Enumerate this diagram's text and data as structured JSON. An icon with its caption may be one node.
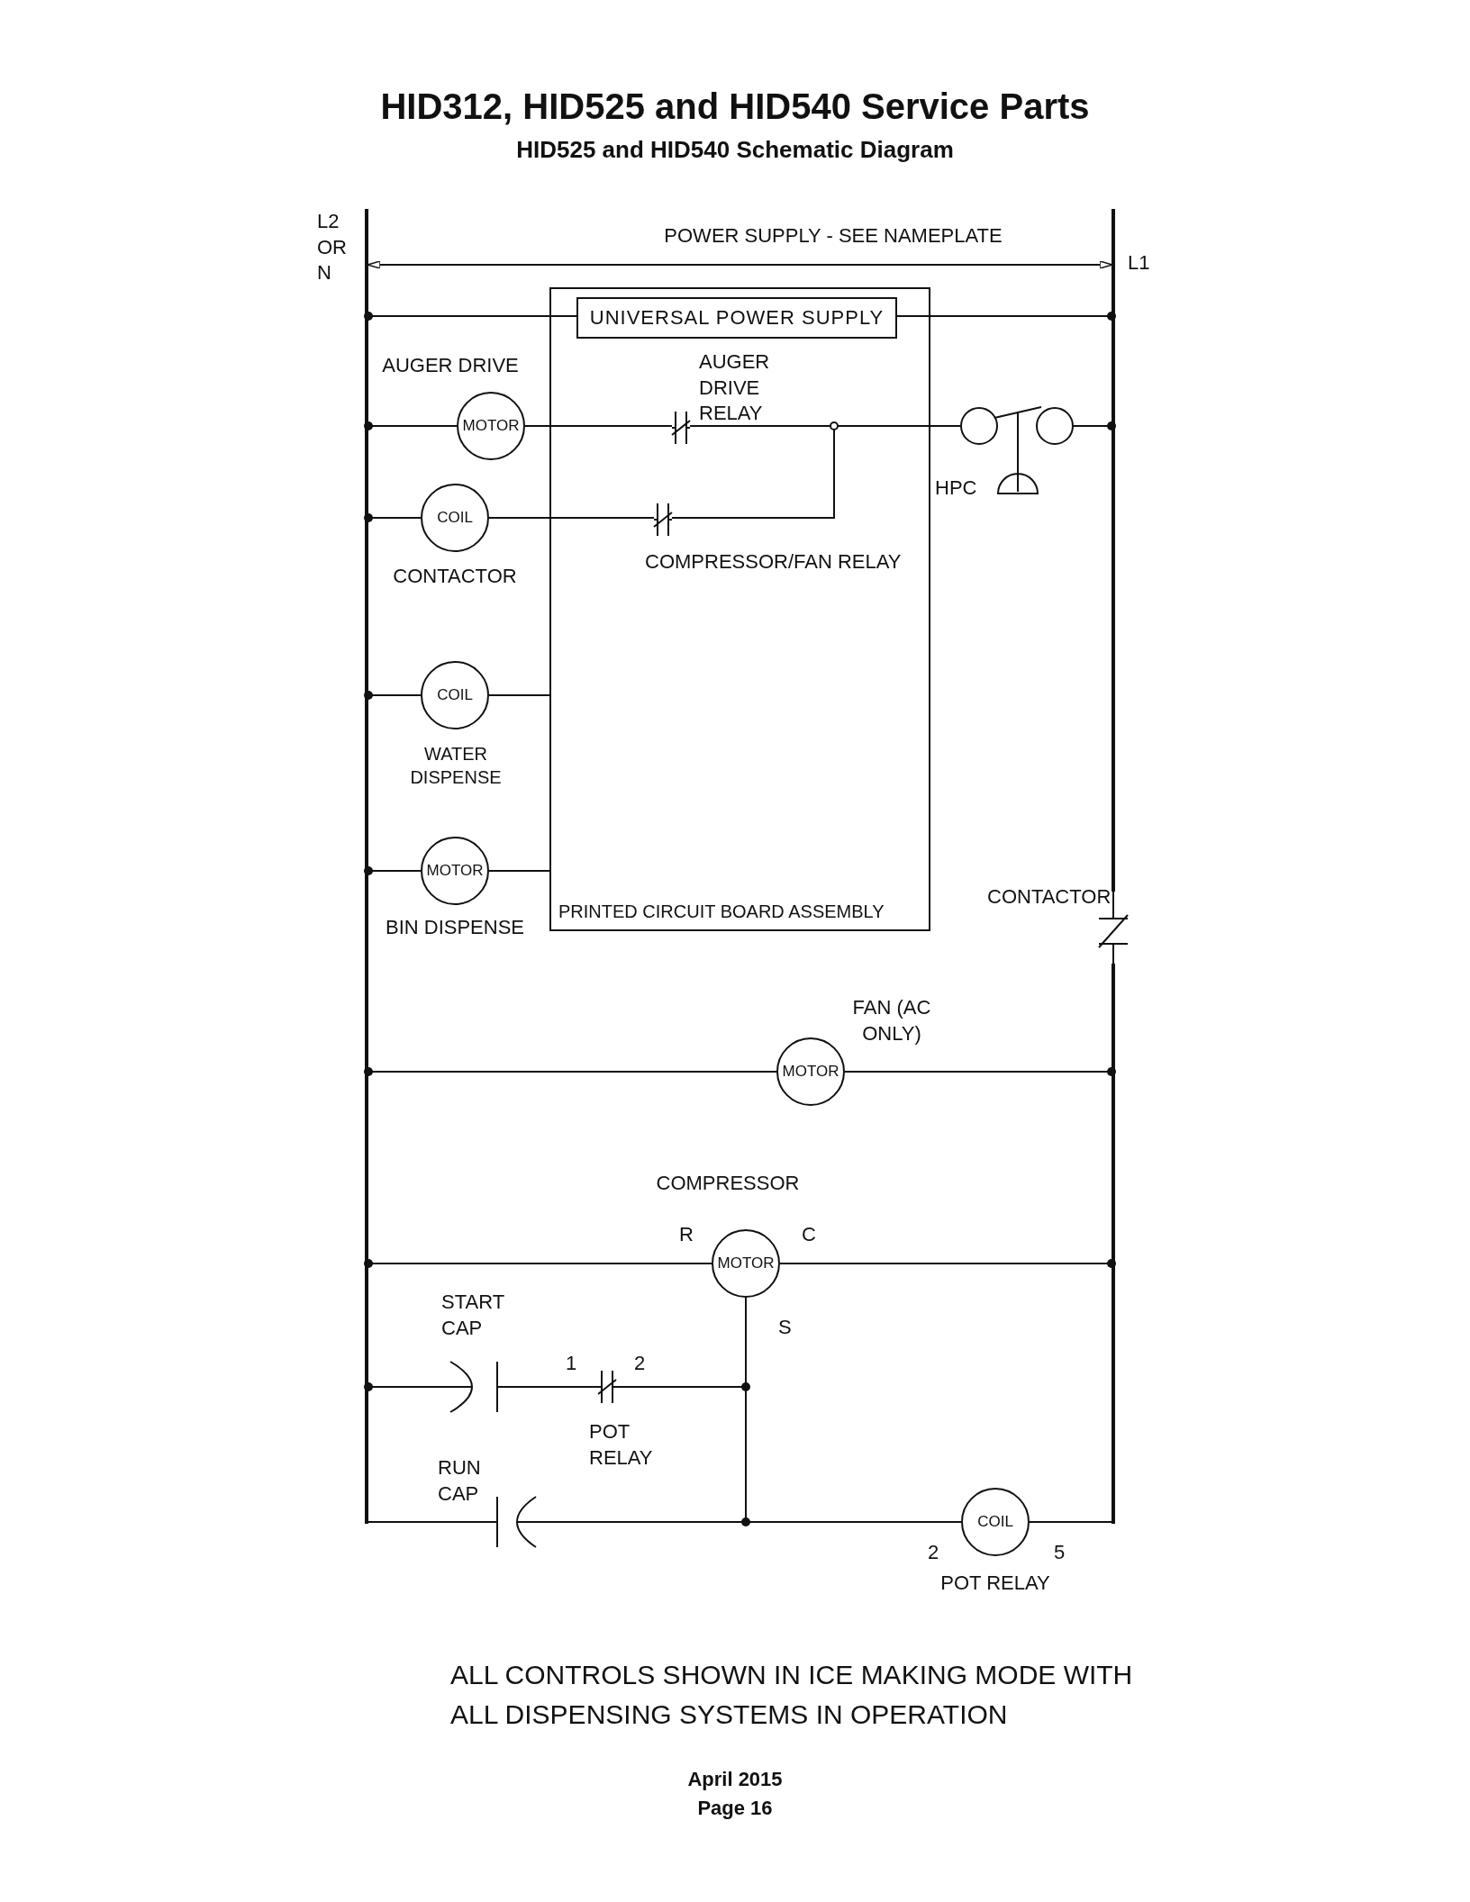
{
  "diagram": {
    "title": "HID312, HID525 and HID540 Service Parts",
    "nodes": [
      {
        "text": [
          "PRINTED CIRCUIT BOARD ASSEMBLY"
        ]
      },
      {
        "text": [
          "UNIVERSAL POWER SUPPLY"
        ],
        "in": 0
      },
      {
        "text": [
          "MOTOR"
        ],
        "beside": [
          "AUGER DRIVE"
        ]
      },
      {
        "text": [
          "COIL"
        ],
        "beside": [
          "CONTACTOR"
        ]
      },
      {
        "text": [
          "COIL"
        ],
        "beside": [
          "WATER DISPENSE"
        ]
      },
      {
        "text": [
          "MOTOR"
        ],
        "beside": [
          "BIN DISPENSE"
        ]
      },
      {
        "text": [
          "MOTOR"
        ],
        "beside": [
          "FAN (AC ONLY)"
        ]
      },
      {
        "text": [
          "MOTOR"
        ],
        "beside": [
          "COMPRESSOR"
        ]
      },
      {
        "text": [
          "COIL"
        ],
        "beside": [
          "POT RELAY"
        ]
      },
      {
        "text": [],
        "shape": "bar",
        "beside": [
          "L2 OR N"
        ]
      },
      {
        "text": [],
        "shape": "bar",
        "beside": [
          "L1"
        ]
      },
      {
        "text": [],
        "shape": "bar"
      },
      {
        "text": [],
        "shape": "contact",
        "beside": [
          "CONTACTOR"
        ]
      },
      {
        "text": [],
        "shape": "contact",
        "in": 0,
        "beside": [
          "AUGER DRIVE RELAY"
        ]
      },
      {
        "text": [],
        "shape": "contact",
        "in": 0,
        "beside": [
          "COMPRESSOR/FAN RELAY"
        ]
      },
      {
        "text": [],
        "shape": "switch",
        "beside": [
          "HPC"
        ]
      },
      {
        "text": [],
        "shape": "capacitor",
        "beside": [
          "START CAP"
        ]
      },
      {
        "text": [],
        "shape": "contact",
        "beside": [
          "POT RELAY"
        ]
      },
      {
        "text": [],
        "shape": "capacitor",
        "beside": [
          "RUN CAP"
        ]
      }
    ],
    "edges": [
      {
        "from": 9,
        "to": 10,
        "arrow": "both",
        "label": "POWER SUPPLY - SEE NAMEPLATE"
      },
      {
        "from": 9,
        "to": 1,
        "arrow": "other"
      },
      {
        "from": 1,
        "to": 10,
        "arrow": "other"
      },
      {
        "from": 9,
        "to": 2,
        "arrow": "other"
      },
      {
        "from": 2,
        "to": 13,
        "arrow": "none"
      },
      {
        "from": 13,
        "to": 15,
        "arrow": "none"
      },
      {
        "from": 14,
        "to": 15,
        "arrow": "none"
      },
      {
        "from": 15,
        "to": 10,
        "arrow": "other"
      },
      {
        "from": 9,
        "to": 3,
        "arrow": "other"
      },
      {
        "from": 3,
        "to": 14,
        "arrow": "none"
      },
      {
        "from": 9,
        "to": 4,
        "arrow": "other"
      },
      {
        "from": 4,
        "to": 0,
        "arrow": "none"
      },
      {
        "from": 9,
        "to": 5,
        "arrow": "other"
      },
      {
        "from": 5,
        "to": 0,
        "arrow": "none"
      },
      {
        "from": 9,
        "to": 6,
        "arrow": "other"
      },
      {
        "from": 6,
        "to": 11,
        "arrow": "other"
      },
      {
        "from": 9,
        "to": 7,
        "arrow": "other"
      },
      {
        "from": 7,
        "to": 11,
        "arrow": "other"
      },
      {
        "from": 10,
        "to": 12,
        "arrow": "none"
      },
      {
        "from": 12,
        "to": 11,
        "arrow": "none"
      },
      {
        "from": 9,
        "to": 16,
        "arrow": "other"
      },
      {
        "from": 16,
        "to": 17,
        "arrow": "none"
      },
      {
        "from": 17,
        "to": 7,
        "arrow": "none"
      },
      {
        "from": 9,
        "to": 18,
        "arrow": "none"
      },
      {
        "from": 18,
        "to": 7,
        "arrow": "none"
      },
      {
        "from": 8,
        "to": 7,
        "arrow": "none"
      },
      {
        "from": 8,
        "to": 11,
        "arrow": "none"
      }
    ],
    "labels": [
      "HID525 and HID540 Schematic Diagram",
      "R",
      "C",
      "S",
      "1",
      "2",
      "2",
      "5",
      "ALL CONTROLS SHOWN IN ICE MAKING MODE WITH ALL DISPENSING SYSTEMS IN OPERATION",
      "April 2015",
      "Page 16"
    ]
  }
}
